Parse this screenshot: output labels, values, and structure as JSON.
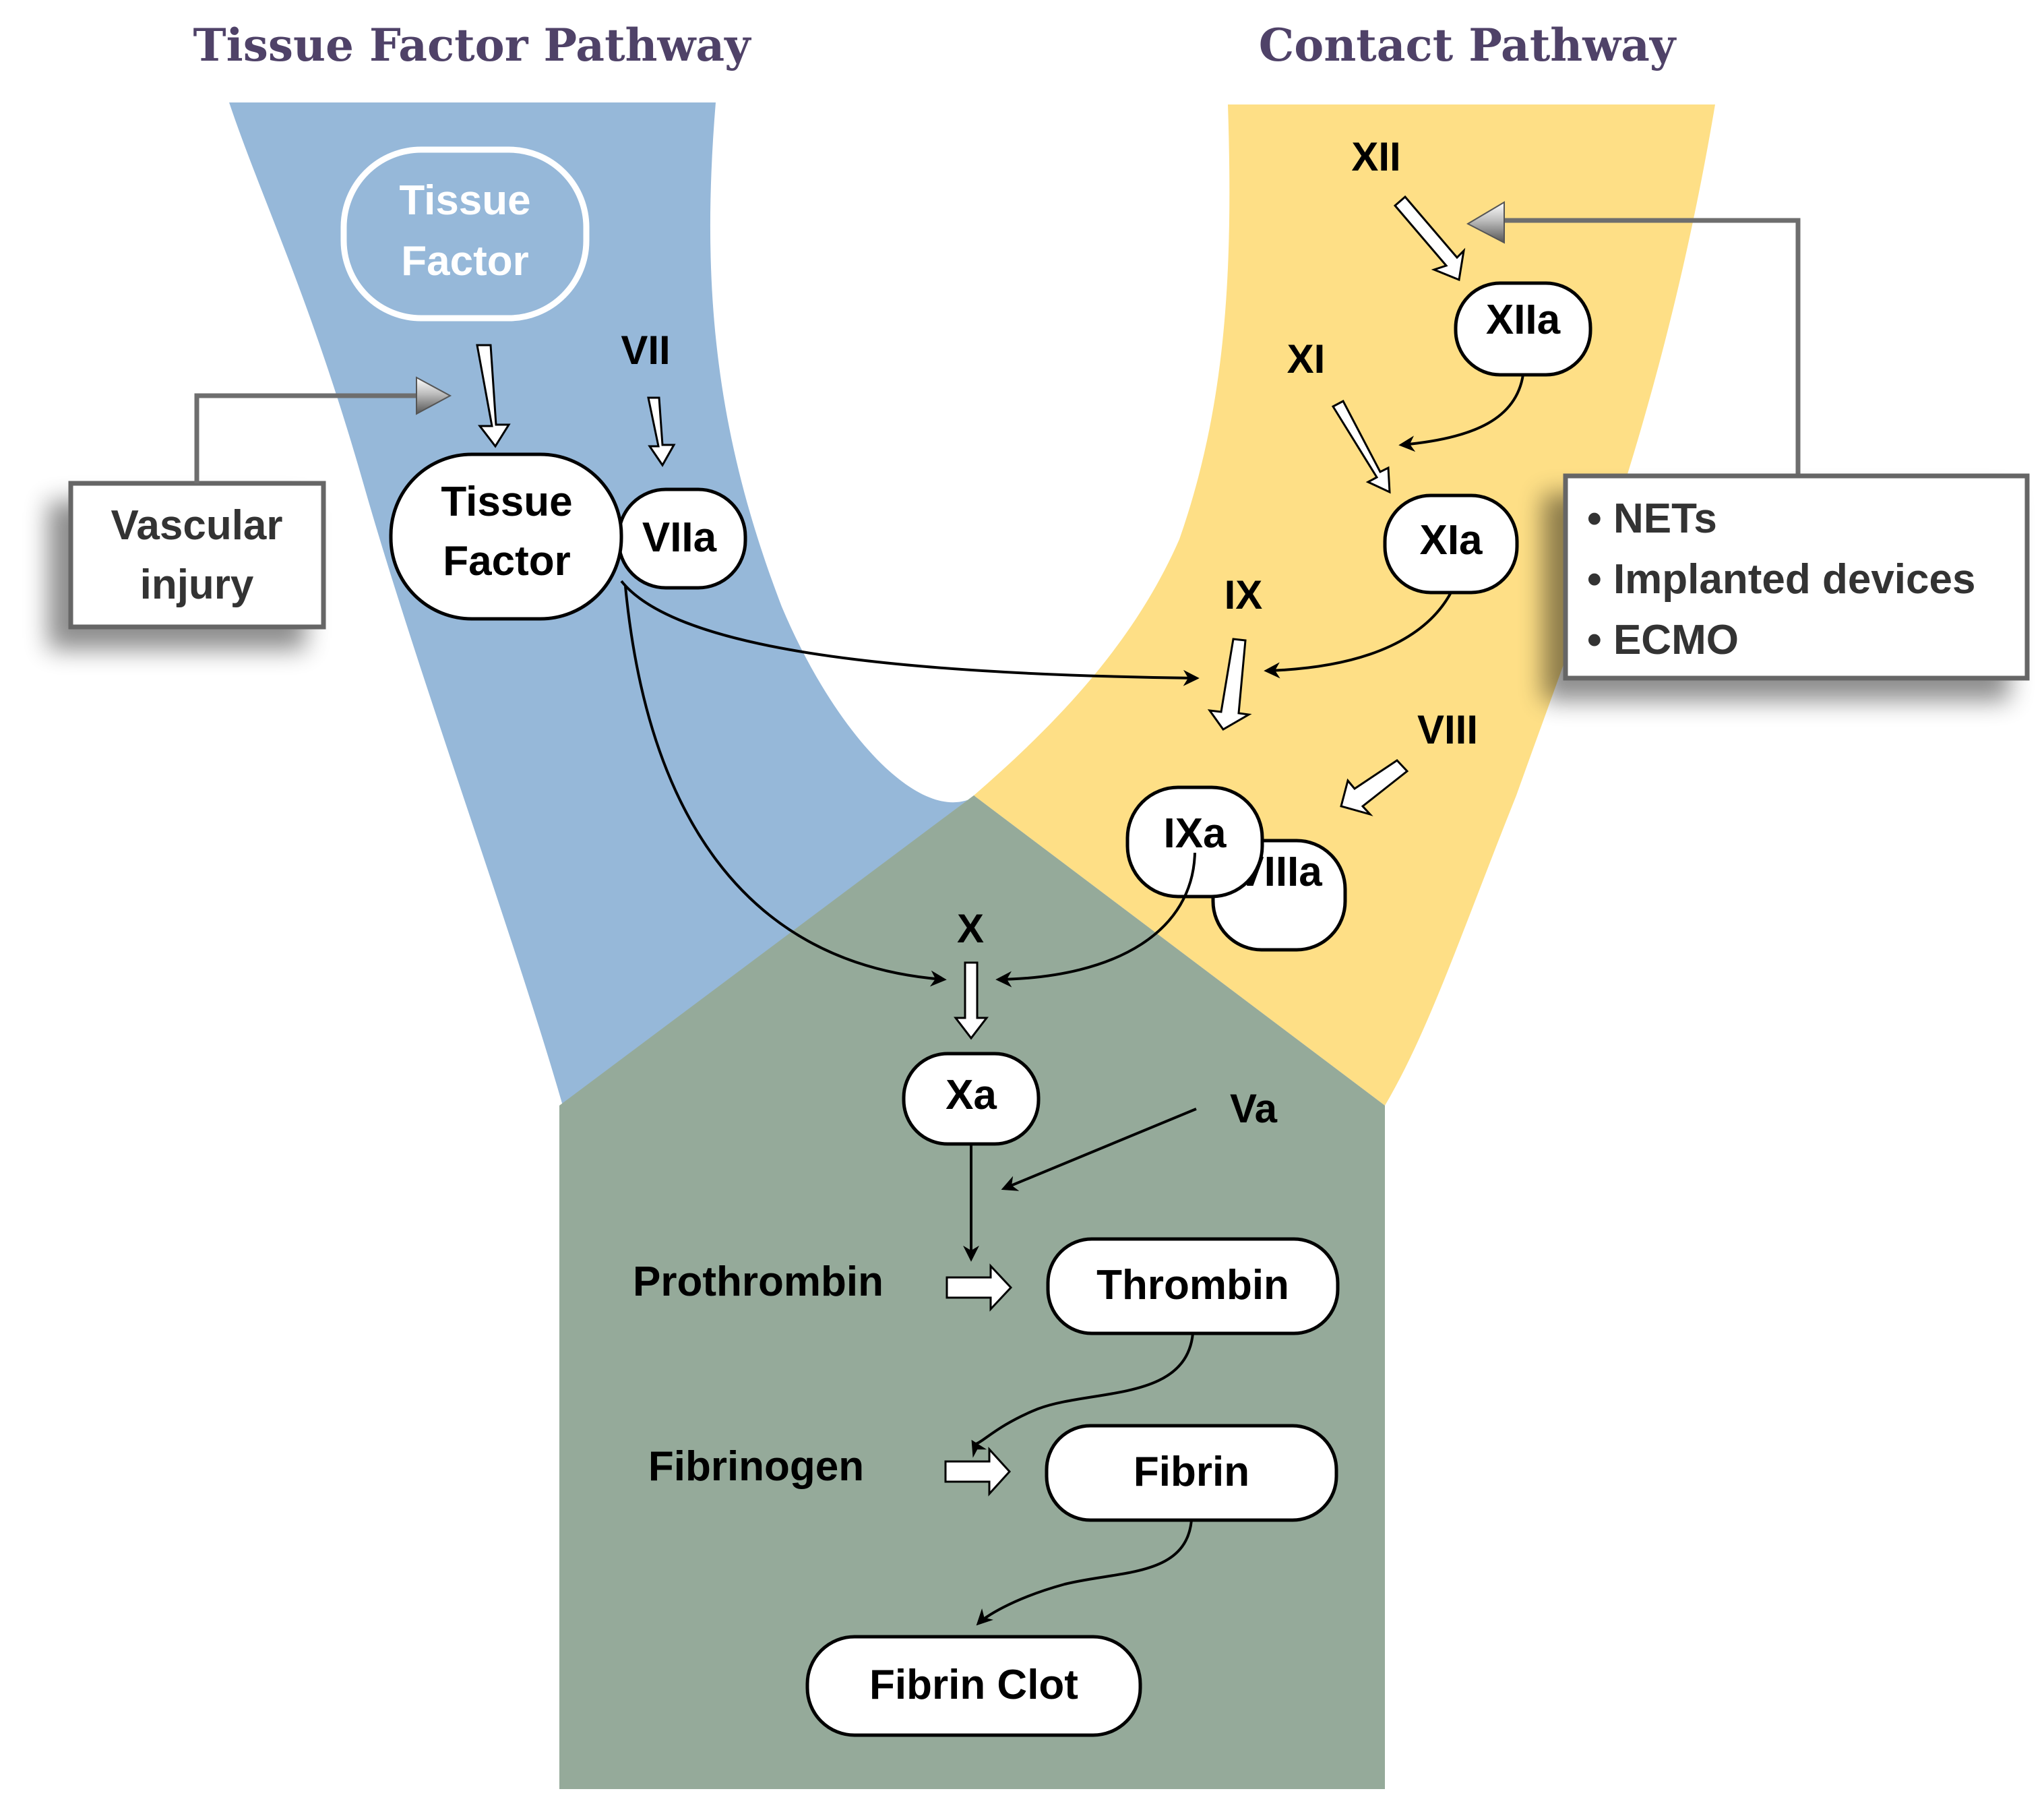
{
  "titles": {
    "tissue_factor_pathway": "Tissue Factor Pathway",
    "contact_pathway": "Contact Pathway"
  },
  "colors": {
    "tissue_factor_region": "#96b8d9",
    "contact_region": "#fedf86",
    "common_region": "#95aa9a",
    "title_text": "#4f4268"
  },
  "tissue_factor_side": {
    "tissue_factor_source_line1": "Tissue",
    "tissue_factor_source_line2": "Factor",
    "vascular_injury_line1": "Vascular",
    "vascular_injury_line2": "injury",
    "factor_vii": "VII",
    "tissue_factor_node_line1": "Tissue",
    "tissue_factor_node_line2": "Factor",
    "viia": "VIIa"
  },
  "contact_side": {
    "factor_xii": "XII",
    "xiia": "XIIa",
    "factor_xi": "XI",
    "xia": "XIa",
    "factor_ix": "IX",
    "ixa": "IXa",
    "factor_viii": "VIII",
    "viiia": "VIIIa",
    "triggers": [
      "NETs",
      "Implanted devices",
      "ECMO"
    ]
  },
  "common_side": {
    "factor_x": "X",
    "xa": "Xa",
    "va": "Va",
    "prothrombin": "Prothrombin",
    "thrombin": "Thrombin",
    "fibrinogen": "Fibrinogen",
    "fibrin": "Fibrin",
    "fibrin_clot": "Fibrin Clot"
  }
}
